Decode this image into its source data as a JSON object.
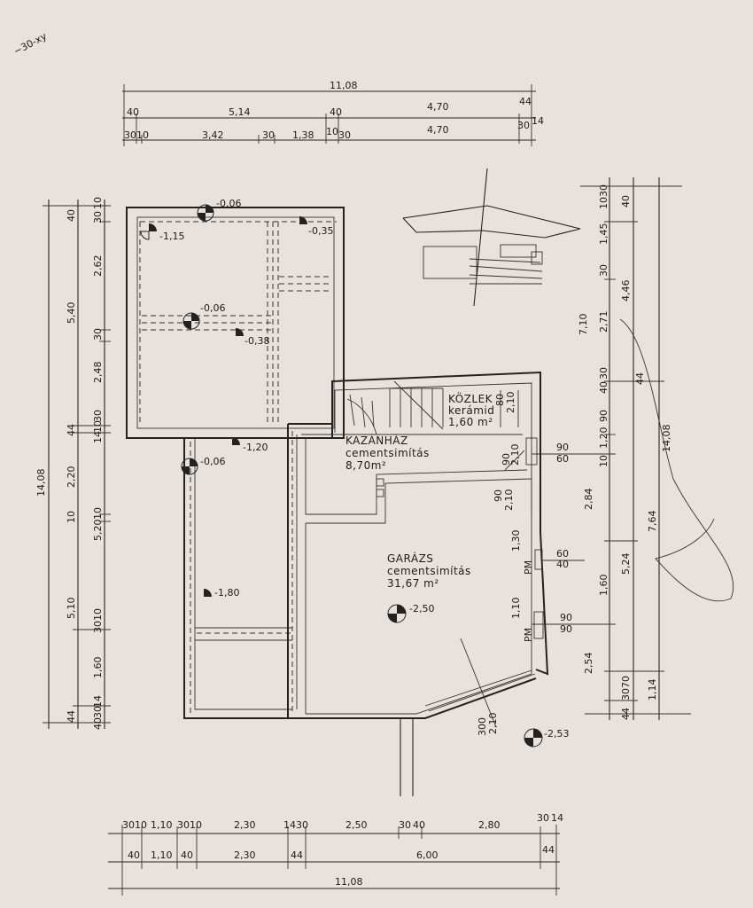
{
  "corner_mark": "~30-xy",
  "top_dims": {
    "row1": [
      "11,08"
    ],
    "row2": [
      "40",
      "5,14",
      "40",
      "4,70",
      "44"
    ],
    "row3": [
      "30",
      "10",
      "3,42",
      "30",
      "1,38",
      "10",
      "30",
      "4,70",
      "30",
      "14"
    ]
  },
  "bottom_dims": {
    "row1": [
      "30",
      "10",
      "1,10",
      "30",
      "10",
      "2,30",
      "14",
      "30",
      "2,50",
      "30",
      "40",
      "2,80",
      "30",
      "14"
    ],
    "row2": [
      "40",
      "1,10",
      "40",
      "2,30",
      "44",
      "6,00",
      "44"
    ],
    "row3": [
      "11,08"
    ]
  },
  "left_dims": {
    "outer": [
      "14,08"
    ],
    "middle": [
      "5,40",
      "2,20",
      "10",
      "5,20",
      "5,10",
      "1,60"
    ],
    "inner": [
      "40",
      "10",
      "30",
      "2,62",
      "30",
      "2,48",
      "44",
      "30",
      "10",
      "14",
      "10",
      "10",
      "30",
      "44",
      "14",
      "30",
      "40"
    ]
  },
  "right_dims": {
    "inner": [
      "10",
      "30",
      "1,45",
      "30",
      "2,71",
      "30",
      "40",
      "90",
      "1,20",
      "10",
      "2,84",
      "1,60",
      "2,54",
      "30",
      "70",
      "44"
    ],
    "middle": [
      "7,10",
      "5,24",
      "1,14"
    ],
    "outer": [
      "40",
      "4,46",
      "44",
      "7,64",
      "14,08"
    ]
  },
  "window_marks": [
    "90",
    "60",
    "60",
    "40",
    "90",
    "90"
  ],
  "rooms": {
    "kozlek": {
      "name": "KÖZLEK",
      "floor": "kerámid",
      "area": "1,60 m²"
    },
    "kazanhaz": {
      "name": "KAZÁNHÁZ",
      "floor": "cementsimítás",
      "area": "8,70m²"
    },
    "garazs": {
      "name": "GARÁZS",
      "floor": "cementsimítás",
      "area": "31,67 m²"
    }
  },
  "levels": [
    "-0,06",
    "-1,15",
    "-0,35",
    "-0,06",
    "-0,38",
    "-1,20",
    "-0,06",
    "-1,80",
    "-2,50",
    "-2,53"
  ],
  "openings": [
    "90",
    "2,10",
    "2,10",
    "90",
    "2,10",
    "80",
    "1,30",
    "PM",
    "1,10",
    "PM",
    "300",
    "2,10"
  ],
  "colors": {
    "paper": "#e9e2dc",
    "ink": "#1d1a1a"
  }
}
